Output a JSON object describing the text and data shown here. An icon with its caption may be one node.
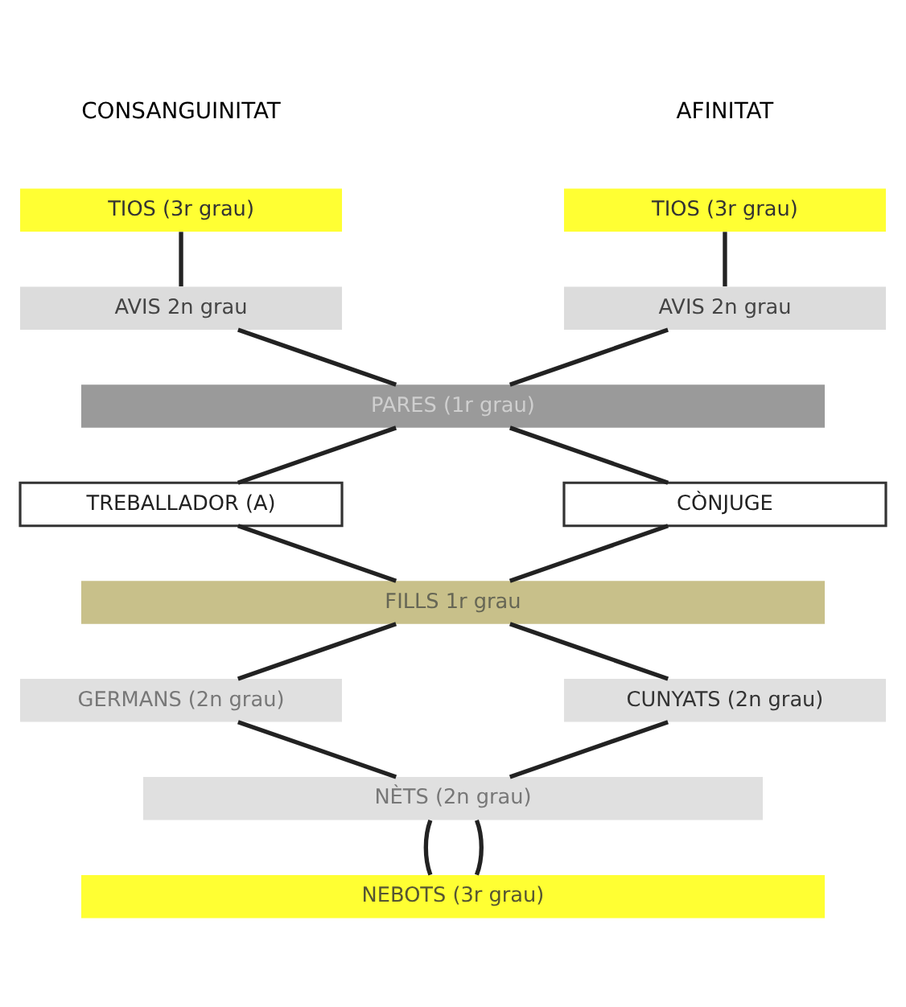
{
  "diagram": {
    "nodes": [
      {
        "text": [
          "TIOS (3r grau)"
        ]
      },
      {
        "text": [
          "TIOS (3r grau)"
        ]
      },
      {
        "text": [
          "AVIS 2n grau"
        ]
      },
      {
        "text": [
          "AVIS 2n grau"
        ]
      },
      {
        "text": [
          "PARES (1r grau)"
        ]
      },
      {
        "text": [
          "TREBALLADOR (A)"
        ]
      },
      {
        "text": [
          "CÒNJUGE"
        ]
      },
      {
        "text": [
          "FILLS 1r grau"
        ]
      },
      {
        "text": [
          "GERMANS (2n grau)"
        ]
      },
      {
        "text": [
          "CUNYATS (2n grau)"
        ]
      },
      {
        "text": [
          "NÈTS (2n grau)"
        ]
      },
      {
        "text": [
          "NEBOTS (3r grau)"
        ]
      }
    ],
    "edges": [
      {
        "from": 0,
        "to": 2,
        "arrow": "none"
      },
      {
        "from": 1,
        "to": 3,
        "arrow": "none"
      },
      {
        "from": 2,
        "to": 4,
        "arrow": "none"
      },
      {
        "from": 3,
        "to": 4,
        "arrow": "none"
      },
      {
        "from": 4,
        "to": 5,
        "arrow": "none"
      },
      {
        "from": 4,
        "to": 6,
        "arrow": "none"
      },
      {
        "from": 5,
        "to": 7,
        "arrow": "none"
      },
      {
        "from": 6,
        "to": 7,
        "arrow": "none"
      },
      {
        "from": 7,
        "to": 8,
        "arrow": "none"
      },
      {
        "from": 7,
        "to": 9,
        "arrow": "none"
      },
      {
        "from": 8,
        "to": 10,
        "arrow": "none"
      },
      {
        "from": 9,
        "to": 10,
        "arrow": "none"
      },
      {
        "from": 10,
        "to": 11,
        "arrow": "none"
      },
      {
        "from": 10,
        "to": 11,
        "arrow": "none"
      }
    ],
    "labels": [
      "CONSANGUINITAT",
      "AFINITAT"
    ]
  }
}
